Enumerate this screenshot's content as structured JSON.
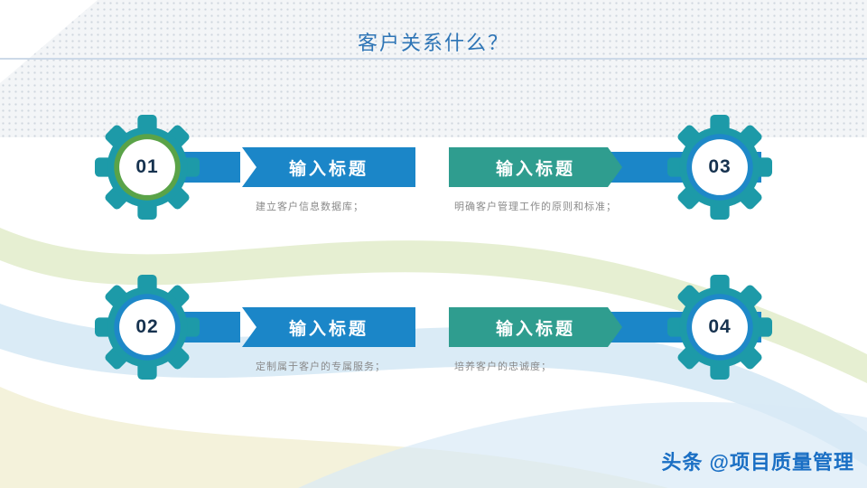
{
  "slide": {
    "title": "客户关系什么？",
    "watermark": "头条 @项目质量管理"
  },
  "items": [
    {
      "number": "01",
      "title": "输入标题",
      "caption": "建立客户信息数据库；",
      "position": "top-left",
      "banner_color": "#1b86c8",
      "gear_body_color": "#1d9aa8",
      "ring_color": "#5aa348",
      "icon": "gear-icon"
    },
    {
      "number": "02",
      "title": "输入标题",
      "caption": "定制属于客户的专属服务；",
      "position": "bottom-left",
      "banner_color": "#1b86c8",
      "gear_body_color": "#1d9aa8",
      "ring_color": "#1e88c8",
      "icon": "gear-icon"
    },
    {
      "number": "03",
      "title": "输入标题",
      "caption": "明确客户管理工作的原则和标准；",
      "position": "top-right",
      "banner_color": "#2f9d8f",
      "gear_body_color": "#1d9aa8",
      "ring_color": "#1e88c8",
      "icon": "gear-icon"
    },
    {
      "number": "04",
      "title": "输入标题",
      "caption": "培养客户的忠诚度；",
      "position": "bottom-right",
      "banner_color": "#2f9d8f",
      "gear_body_color": "#1d9aa8",
      "ring_color": "#1e88c8",
      "icon": "gear-icon"
    }
  ],
  "colors": {
    "title_text": "#2e75b6",
    "divider_line": "#ccd9e8",
    "banner_left": "#1b86c8",
    "banner_right": "#2f9d8f",
    "connector_band": "#1b86c8",
    "gear_body": "#1d9aa8",
    "gear_number": "#16324f",
    "caption_text": "#8a8a8a",
    "watermark_text": "#1a6fc4"
  }
}
